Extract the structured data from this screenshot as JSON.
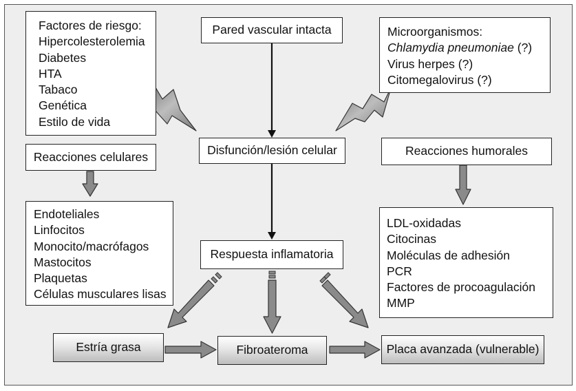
{
  "diagram": {
    "risk_factors": {
      "title": "Factores de riesgo:",
      "items": [
        "Hipercolesterolemia",
        "Diabetes",
        "HTA",
        "Tabaco",
        "Genética",
        "Estilo de vida"
      ]
    },
    "intact_wall": "Pared vascular intacta",
    "microorganisms": {
      "title": "Microorganismos:",
      "items": [
        "Chlamydia pneumoniae",
        "Virus herpes (?)",
        "Citomegalovirus (?)"
      ],
      "chlamydia_suffix": " (?)"
    },
    "cell_dysfunction": "Disfunción/lesión celular",
    "cellular_reactions": {
      "title": "Reacciones celulares",
      "items": [
        "Endoteliales",
        "Linfocitos",
        "Monocito/macrófagos",
        "Mastocitos",
        "Plaquetas",
        "Células musculares lisas"
      ]
    },
    "humoral_reactions": {
      "title": "Reacciones humorales",
      "items": [
        "LDL-oxidadas",
        "Citocinas",
        "Moléculas de adhesión",
        "PCR",
        "Factores de procoagulación",
        "MMP"
      ]
    },
    "inflammatory_response": "Respuesta inflamatoria",
    "stages": [
      "Estría grasa",
      "Fibroateroma",
      "Placa avanzada (vulnerable)"
    ]
  },
  "colors": {
    "background": "#eeeeee",
    "box_fill": "#ffffff",
    "border": "#222222",
    "arrow_fill": "#8a8a8a",
    "lightning_fill": "#8f8f8f"
  },
  "icons": [
    "lightning-bolt-icon",
    "lightning-bolt-icon",
    "block-arrow-icon",
    "line-arrow-icon"
  ]
}
